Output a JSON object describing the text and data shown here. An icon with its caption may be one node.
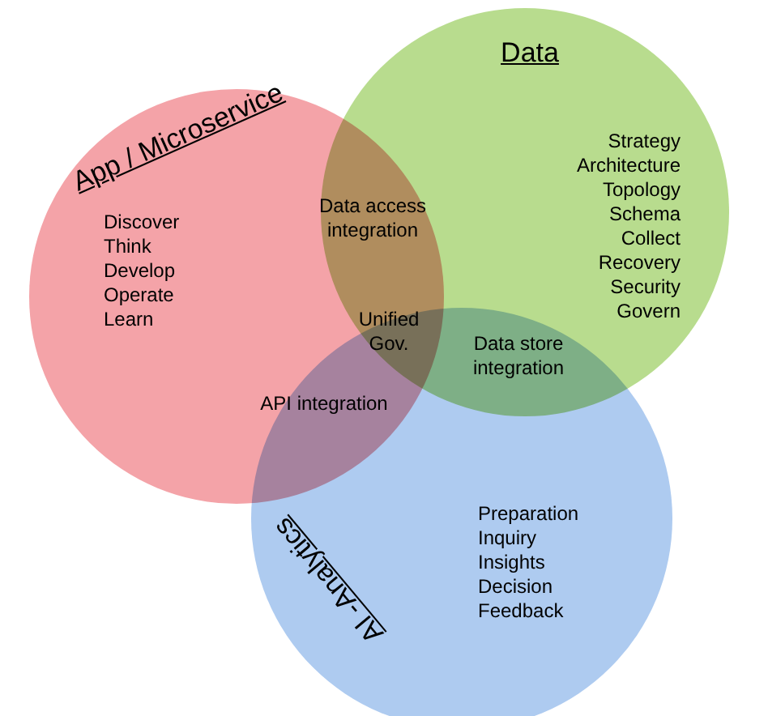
{
  "diagram": {
    "nodes": [
      {
        "text": [
          "App / Microservice",
          "Discover",
          "Think",
          "Develop",
          "Operate",
          "Learn"
        ]
      },
      {
        "text": [
          "Data",
          "Strategy",
          "Architecture",
          "Topology",
          "Schema",
          "Collect",
          "Recovery",
          "Security",
          "Govern"
        ]
      },
      {
        "text": [
          "AI -Analytics",
          "Preparation",
          "Inquiry",
          "Insights",
          "Decision",
          "Feedback"
        ]
      }
    ],
    "labels": [
      "Data access integration",
      "Unified Gov.",
      "Data store integration",
      "API integration"
    ]
  }
}
